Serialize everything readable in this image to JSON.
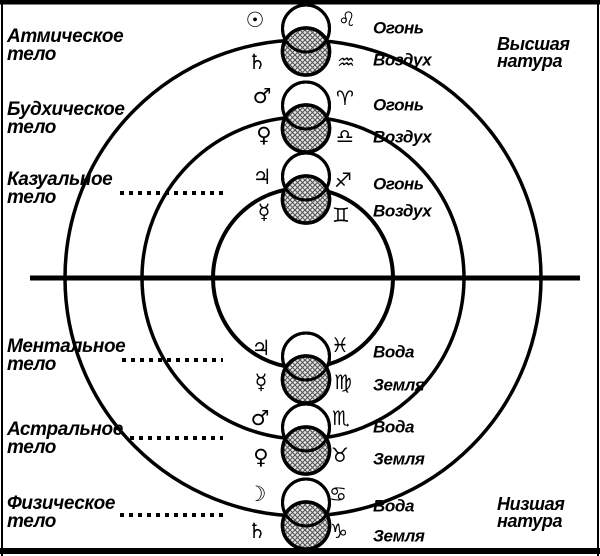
{
  "diagram": {
    "title": "Subtle bodies and planetary correspondences diagram",
    "colors": {
      "ink": "#000000",
      "background": "#ffffff",
      "hatch_line": "#555555",
      "hatch_bg": "#e9e9e9"
    },
    "natures": {
      "upper": {
        "line1": "Высшая",
        "line2": "натура"
      },
      "lower": {
        "line1": "Низшая",
        "line2": "натура"
      }
    },
    "bodies": [
      {
        "line1": "Атмическое",
        "line2": "тело"
      },
      {
        "line1": "Будхическое",
        "line2": "тело"
      },
      {
        "line1": "Казуальное",
        "line2": "тело"
      },
      {
        "line1": "Ментальное",
        "line2": "тело"
      },
      {
        "line1": "Астральное",
        "line2": "тело"
      },
      {
        "line1": "Физическое",
        "line2": "тело"
      }
    ],
    "rows": [
      {
        "planet_top": "☉",
        "planet_top_name": "sun",
        "planet_bottom": "♄",
        "planet_bottom_name": "saturn",
        "zodiac_top": "♌",
        "zodiac_top_name": "leo",
        "zodiac_bottom": "♒",
        "zodiac_bottom_name": "aquarius",
        "element_top": "Огонь",
        "element_bottom": "Воздух"
      },
      {
        "planet_top": "♂",
        "planet_top_name": "mars",
        "planet_bottom": "♀",
        "planet_bottom_name": "venus",
        "zodiac_top": "♈",
        "zodiac_top_name": "aries",
        "zodiac_bottom": "♎",
        "zodiac_bottom_name": "libra",
        "element_top": "Огонь",
        "element_bottom": "Воздух"
      },
      {
        "planet_top": "♃",
        "planet_top_name": "jupiter",
        "planet_bottom": "☿",
        "planet_bottom_name": "mercury",
        "zodiac_top": "♐",
        "zodiac_top_name": "sagittarius",
        "zodiac_bottom": "♊",
        "zodiac_bottom_name": "gemini",
        "element_top": "Огонь",
        "element_bottom": "Воздух"
      },
      {
        "planet_top": "♃",
        "planet_top_name": "jupiter",
        "planet_bottom": "☿",
        "planet_bottom_name": "mercury",
        "zodiac_top": "♓",
        "zodiac_top_name": "pisces",
        "zodiac_bottom": "♍",
        "zodiac_bottom_name": "virgo",
        "element_top": "Вода",
        "element_bottom": "Земля"
      },
      {
        "planet_top": "♂",
        "planet_top_name": "mars",
        "planet_bottom": "♀",
        "planet_bottom_name": "venus",
        "zodiac_top": "♏",
        "zodiac_top_name": "scorpio",
        "zodiac_bottom": "♉",
        "zodiac_bottom_name": "taurus",
        "element_top": "Вода",
        "element_bottom": "Земля"
      },
      {
        "planet_top": "☽",
        "planet_top_name": "moon",
        "planet_bottom": "♄",
        "planet_bottom_name": "saturn",
        "zodiac_top": "♋",
        "zodiac_top_name": "cancer",
        "zodiac_bottom": "♑",
        "zodiac_bottom_name": "capricorn",
        "element_top": "Вода",
        "element_bottom": "Земля"
      }
    ]
  }
}
